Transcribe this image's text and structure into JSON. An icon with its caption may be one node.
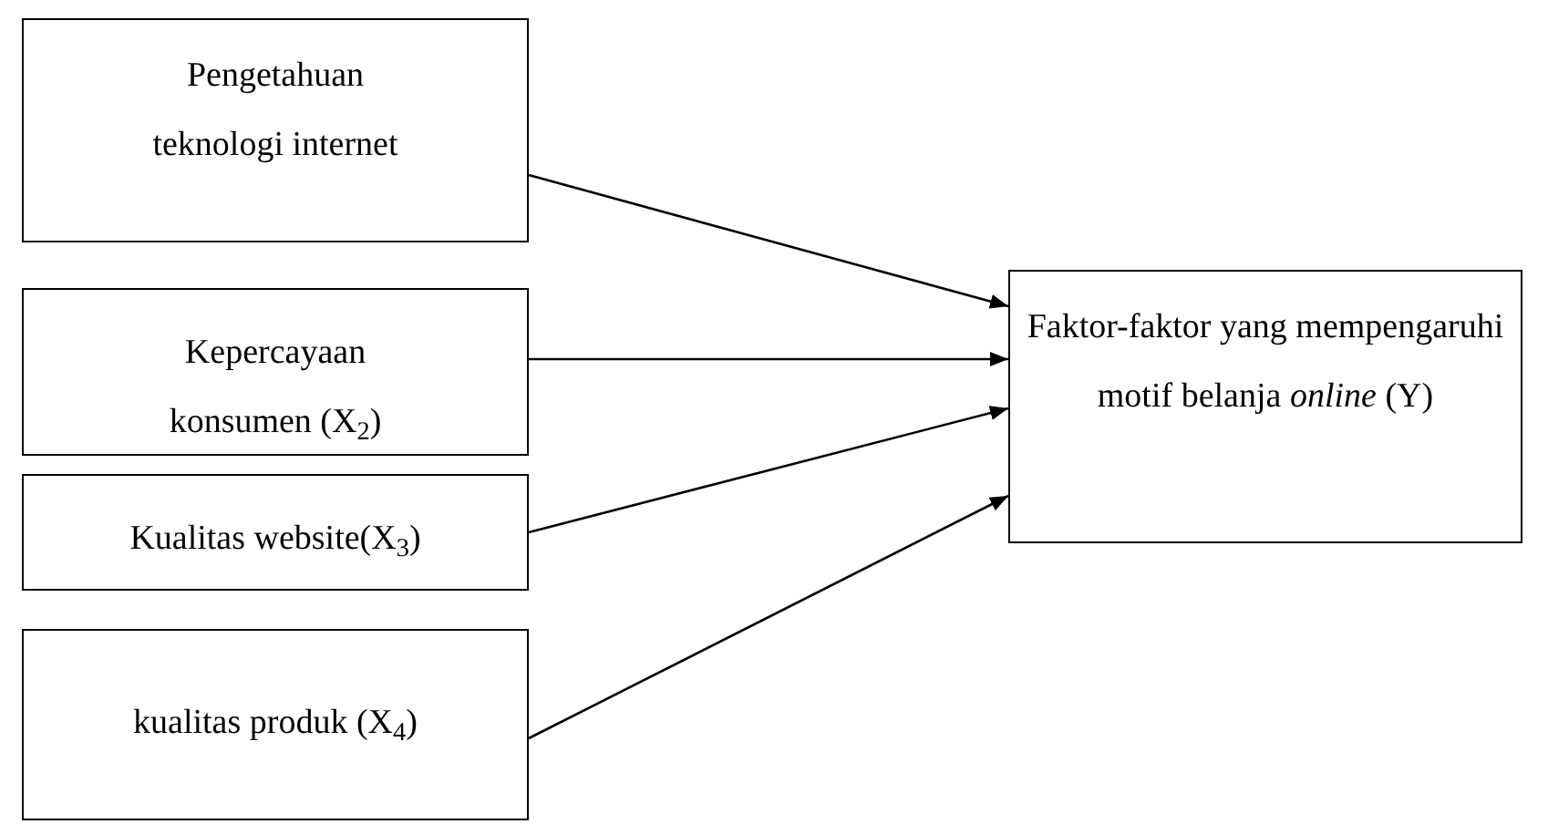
{
  "diagram": {
    "nodes": [
      {
        "text": [
          "Pengetahuan teknologi internet"
        ]
      },
      {
        "text": [
          "Kepercayaan konsumen (X$_{2}$)"
        ]
      },
      {
        "text": [
          "Kualitas  website(X$_{3}$)"
        ]
      },
      {
        "text": [
          "kualitas produk (X$_{4}$)"
        ]
      },
      {
        "text": [
          "Faktor-faktor yang mempengaruhi motif belanja *online* (Y)"
        ]
      }
    ],
    "edges": [
      {
        "from": 0,
        "to": 4,
        "arrow": "to"
      },
      {
        "from": 1,
        "to": 4,
        "arrow": "to"
      },
      {
        "from": 2,
        "to": 4,
        "arrow": "to"
      },
      {
        "from": 3,
        "to": 4,
        "arrow": "to"
      }
    ]
  }
}
